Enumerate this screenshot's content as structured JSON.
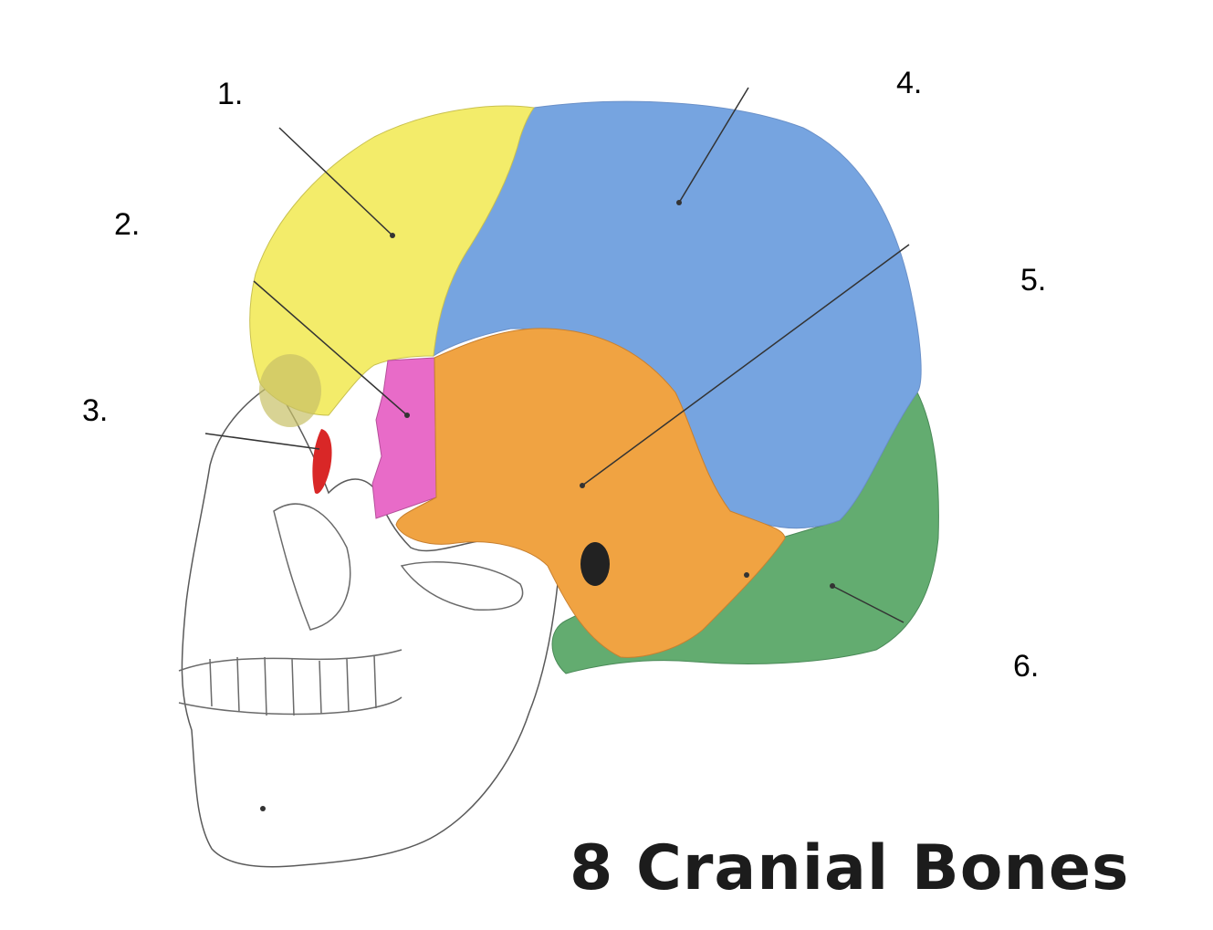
{
  "title": "8 Cranial Bones",
  "labels": {
    "l1": "1.",
    "l2": "2.",
    "l3": "3.",
    "l4": "4.",
    "l5": "5.",
    "l6": "6."
  },
  "colors": {
    "frontal": "#f3ec6a",
    "parietal": "#76a4e0",
    "temporal": "#f0a342",
    "occipital": "#63ac70",
    "sphenoid": "#e86bc8",
    "lacrimal": "#d92727",
    "facial_bones": "#ffffff",
    "outline": "#5a5a5a"
  }
}
